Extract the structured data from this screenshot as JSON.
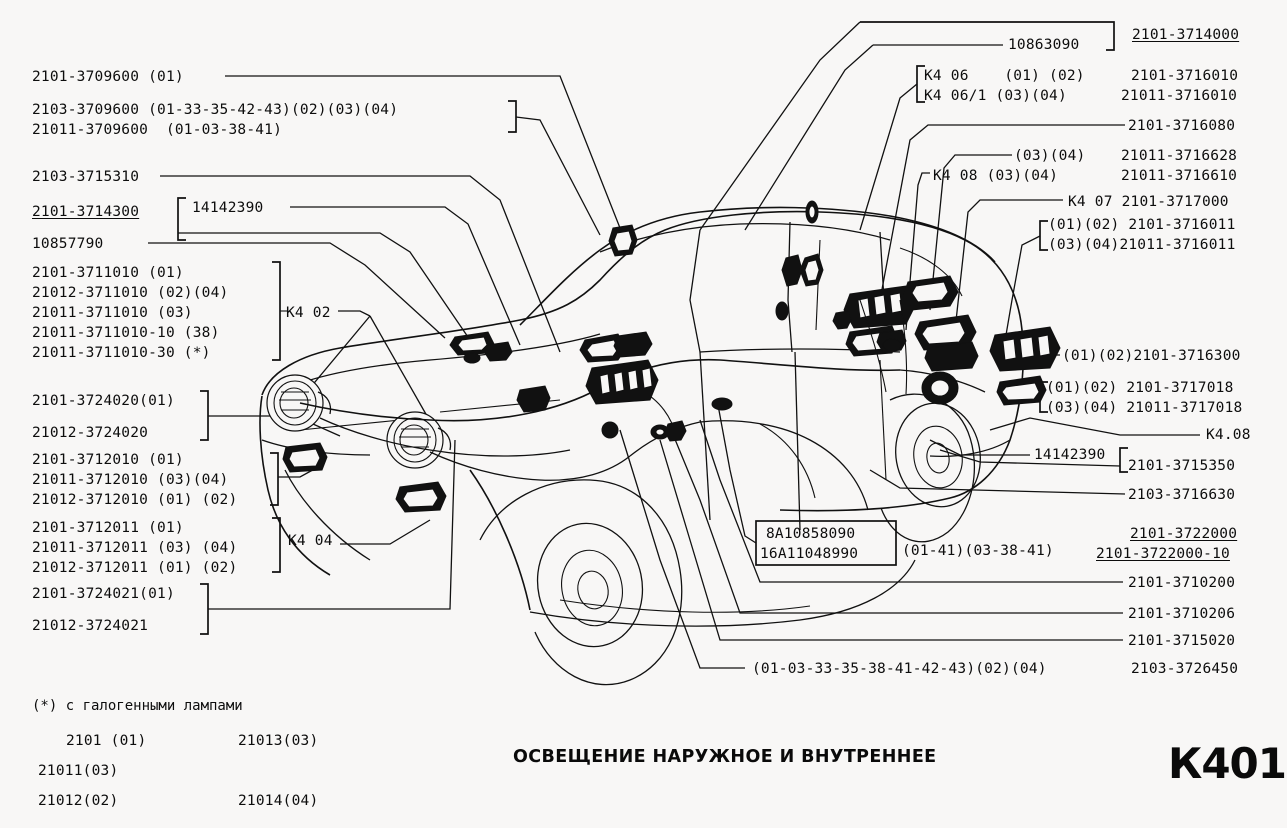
{
  "sheet": {
    "title": "ОСВЕЩЕНИЕ НАРУЖНОЕ И ВНУТРЕННЕЕ",
    "page_code": "К401",
    "background_color": "#f8f7f6",
    "ink_color": "#111111"
  },
  "footnote": {
    "asterisk_note": "(*) с галогенными лампами",
    "models": [
      {
        "col1": "2101 (01)",
        "col2": "21013(03)"
      },
      {
        "col1": "21011(03)",
        "col2": ""
      },
      {
        "col1": "21012(02)",
        "col2": "21014(04)"
      }
    ]
  },
  "left_labels": [
    {
      "id": "l01",
      "text": "2101-3709600 (01)"
    },
    {
      "id": "l02",
      "text": "2103-3709600 (01-33-35-42-43)(02)(03)(04)"
    },
    {
      "id": "l03",
      "text": "21011-3709600  (01-03-38-41)"
    },
    {
      "id": "l04",
      "text": "2103-3715310"
    },
    {
      "id": "l05",
      "text": "2101-3714300",
      "underline": true
    },
    {
      "id": "l06",
      "text": "14142390"
    },
    {
      "id": "l07",
      "text": "10857790"
    },
    {
      "id": "l08",
      "text": "2101-3711010 (01)"
    },
    {
      "id": "l09",
      "text": "21012-3711010 (02)(04)"
    },
    {
      "id": "l10",
      "text": "21011-3711010 (03)"
    },
    {
      "id": "l11",
      "text": "21011-3711010-10 (38)"
    },
    {
      "id": "l12",
      "text": "21011-3711010-30 (*)"
    },
    {
      "id": "l13",
      "text": "К4 02"
    },
    {
      "id": "l14",
      "text": "2101-3724020(01)"
    },
    {
      "id": "l15",
      "text": "21012-3724020"
    },
    {
      "id": "l16",
      "text": "2101-3712010 (01)"
    },
    {
      "id": "l17",
      "text": "21011-3712010 (03)(04)"
    },
    {
      "id": "l18",
      "text": "21012-3712010 (01) (02)"
    },
    {
      "id": "l19",
      "text": "2101-3712011 (01)"
    },
    {
      "id": "l20",
      "text": "21011-3712011 (03) (04)"
    },
    {
      "id": "l21",
      "text": "21012-3712011 (01) (02)"
    },
    {
      "id": "l22",
      "text": "К4 04"
    },
    {
      "id": "l23",
      "text": "2101-3724021(01)"
    },
    {
      "id": "l24",
      "text": "21012-3724021"
    }
  ],
  "right_labels": [
    {
      "id": "r01",
      "text": "10863090"
    },
    {
      "id": "r02",
      "text": "2101-3714000",
      "underline": true
    },
    {
      "id": "r03",
      "text": "К4 06    (01) (02)"
    },
    {
      "id": "r04",
      "text": "2101-3716010"
    },
    {
      "id": "r05",
      "text": "К4 06/1 (03)(04)"
    },
    {
      "id": "r06",
      "text": "21011-3716010"
    },
    {
      "id": "r07",
      "text": "2101-3716080"
    },
    {
      "id": "r08",
      "text": "(03)(04)"
    },
    {
      "id": "r09",
      "text": "21011-3716628"
    },
    {
      "id": "r10",
      "text": "К4 08 (03)(04)"
    },
    {
      "id": "r11",
      "text": "21011-3716610"
    },
    {
      "id": "r12",
      "text": "К4 07 2101-3717000"
    },
    {
      "id": "r13",
      "text": "(01)(02) 2101-3716011"
    },
    {
      "id": "r14",
      "text": "(03)(04)21011-3716011"
    },
    {
      "id": "r15",
      "text": "(01)(02)2101-3716300"
    },
    {
      "id": "r16",
      "text": "(01)(02) 2101-3717018"
    },
    {
      "id": "r17",
      "text": "(03)(04) 21011-3717018"
    },
    {
      "id": "r18",
      "text": "К4.08"
    },
    {
      "id": "r19",
      "text": "14142390"
    },
    {
      "id": "r20",
      "text": "2101-3715350"
    },
    {
      "id": "r21",
      "text": "2103-3716630"
    },
    {
      "id": "r22",
      "text": "2101-3722000",
      "underline": true
    },
    {
      "id": "r23",
      "text": "2101-3722000-10",
      "underline": true
    },
    {
      "id": "r24",
      "text": "2101-3710200"
    },
    {
      "id": "r25",
      "text": "2101-3710206"
    },
    {
      "id": "r26",
      "text": "2101-3715020"
    }
  ],
  "center_box": {
    "line1": "8А10858090",
    "line2": "16А11048990",
    "suffix": "(01-41)(03-38-41)"
  },
  "bottom_label": {
    "variants": "(01-03-33-35-38-41-42-43)(02)(04)",
    "part": "2103-3726450"
  }
}
